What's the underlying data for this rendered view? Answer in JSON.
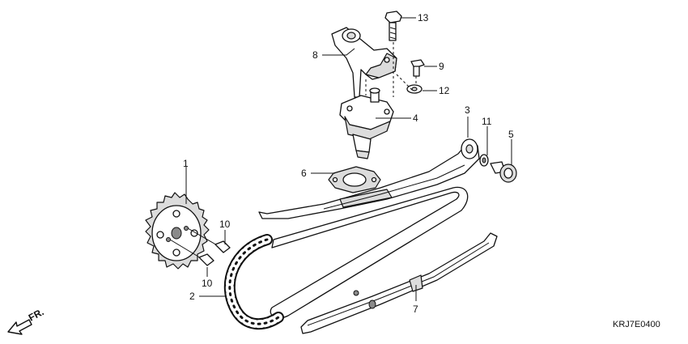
{
  "diagram": {
    "drawing_code": "KRJ7E0400",
    "direction_mark": "FR.",
    "callouts": [
      {
        "id": "p1",
        "label": "1"
      },
      {
        "id": "p2",
        "label": "2"
      },
      {
        "id": "p3",
        "label": "3"
      },
      {
        "id": "p4",
        "label": "4"
      },
      {
        "id": "p5",
        "label": "5"
      },
      {
        "id": "p6",
        "label": "6"
      },
      {
        "id": "p7",
        "label": "7"
      },
      {
        "id": "p8",
        "label": "8"
      },
      {
        "id": "p9",
        "label": "9"
      },
      {
        "id": "p10a",
        "label": "10"
      },
      {
        "id": "p10b",
        "label": "10"
      },
      {
        "id": "p11",
        "label": "11"
      },
      {
        "id": "p12",
        "label": "12"
      },
      {
        "id": "p13",
        "label": "13"
      }
    ]
  }
}
